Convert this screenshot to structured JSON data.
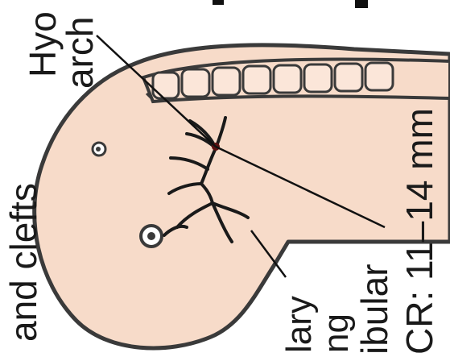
{
  "figure": {
    "colors": {
      "embryo_fill": "#f7dbc9",
      "outline": "#3a3a3a",
      "line": "#111111",
      "text": "#1a1a1a"
    },
    "labels": {
      "hyoid_line1": "Hyo",
      "hyoid_line2": "arch",
      "clefts": "and clefts",
      "maxillary_line1": "lary",
      "maxillary_line2": "ng",
      "mandibular": "ibular",
      "crown_rump": "CR: 11–14 mm"
    }
  }
}
